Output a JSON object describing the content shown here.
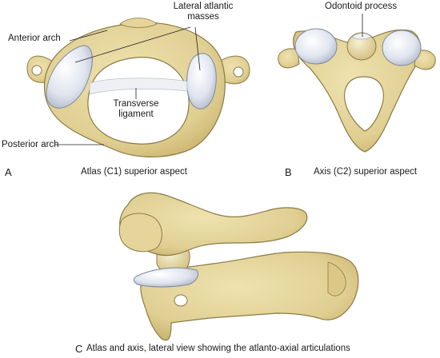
{
  "labels": {
    "anterior_arch": "Anterior arch",
    "lateral_masses": "Lateral atlantic masses",
    "transverse_ligament": "Transverse ligament",
    "posterior_arch": "Posterior arch",
    "odontoid_process": "Odontoid process"
  },
  "panels": {
    "a": {
      "letter": "A",
      "caption": "Atlas (C1) superior aspect"
    },
    "b": {
      "letter": "B",
      "caption": "Axis (C2) superior aspect"
    },
    "c": {
      "letter": "C",
      "caption": "Atlas and axis, lateral view showing the atlanto-axial articulations"
    }
  },
  "colors": {
    "bone": "#e3d39a",
    "bone_shadow": "#c4ad62",
    "bone_outline": "#8a7a45",
    "cartilage": "#dfe4ee",
    "leader": "#222222"
  }
}
